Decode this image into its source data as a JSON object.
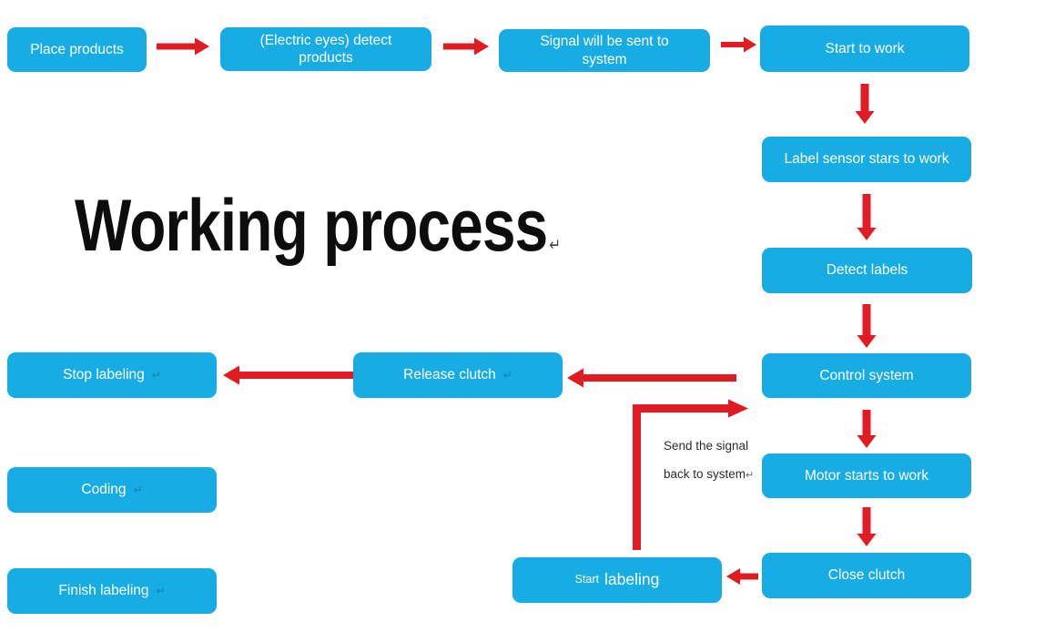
{
  "title": {
    "text": "Working process",
    "return_mark": "↵"
  },
  "colors": {
    "node_fill": "#17ACE3",
    "node_text": "#FFFFFF",
    "arrow_red": "#E01B22",
    "title_black": "#0D0D0D",
    "background": "#FFFFFF"
  },
  "nodes": {
    "place_products": {
      "label": "Place products"
    },
    "electric_eyes": {
      "label": "(Electric eyes) detect products"
    },
    "signal_sent": {
      "label": "Signal will be sent to system"
    },
    "start_to_work": {
      "label": "Start to work"
    },
    "label_sensor": {
      "label": "Label sensor stars to work"
    },
    "detect_labels": {
      "label": "Detect labels"
    },
    "control_system": {
      "label": "Control system"
    },
    "motor_starts": {
      "label": "Motor starts to work"
    },
    "close_clutch": {
      "label": "Close clutch"
    },
    "release_clutch": {
      "label": "Release clutch",
      "return_mark": "↵"
    },
    "stop_labeling": {
      "label": "Stop labeling",
      "return_mark": "↵"
    },
    "coding": {
      "label": "Coding",
      "return_mark": "↵"
    },
    "finish_labeling": {
      "label": "Finish labeling",
      "return_mark": "↵"
    },
    "start_labeling": {
      "prefix": "Start",
      "label": "labeling"
    }
  },
  "annotation": {
    "line1": "Send the signal",
    "line2": "back to system",
    "return_mark": "↵"
  },
  "edges": [
    {
      "from": "Place products",
      "to": "(Electric eyes) detect products"
    },
    {
      "from": "(Electric eyes) detect products",
      "to": "Signal will be sent to system"
    },
    {
      "from": "Signal will be sent to system",
      "to": "Start to work"
    },
    {
      "from": "Start to work",
      "to": "Label sensor stars to work"
    },
    {
      "from": "Label sensor stars to work",
      "to": "Detect labels"
    },
    {
      "from": "Detect labels",
      "to": "Control system"
    },
    {
      "from": "Control system",
      "to": "Motor starts to work"
    },
    {
      "from": "Motor starts to work",
      "to": "Close clutch"
    },
    {
      "from": "Close clutch",
      "to": "Start labeling"
    },
    {
      "from": "Start labeling",
      "to": "Control system",
      "label": "Send the signal back to system"
    },
    {
      "from": "Control system",
      "to": "Release clutch"
    },
    {
      "from": "Release clutch",
      "to": "Stop labeling"
    }
  ]
}
